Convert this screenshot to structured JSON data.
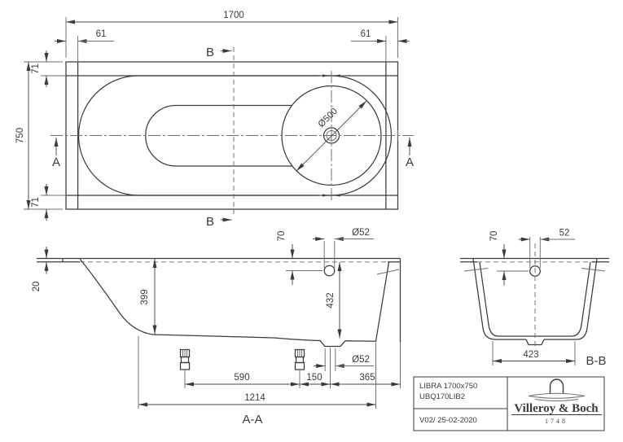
{
  "top_view": {
    "length": "1700",
    "width": "750",
    "inset_left": "61",
    "inset_right": "61",
    "inset_top": "71",
    "inset_bottom": "71",
    "circle_dia": "Ø500",
    "marker_a": "A",
    "marker_b": "B"
  },
  "section_aa": {
    "label": "A-A",
    "rim_thickness": "20",
    "depth": "399",
    "overflow_offset": "70",
    "overflow_dia": "Ø52",
    "total_depth": "432",
    "drain_dia": "Ø52",
    "feet_spacing": "590",
    "foot_to_drain": "150",
    "drain_to_edge": "365",
    "feet_span": "1214"
  },
  "section_bb": {
    "label": "B-B",
    "overflow_offset": "70",
    "overflow_dia": "52",
    "bottom_width": "423"
  },
  "title_block": {
    "product": "LIBRA 1700x750",
    "article": "UBQ170LIB2",
    "version": "V02/ 25-02-2020",
    "brand": "Villeroy & Boch",
    "year": "1748"
  },
  "colors": {
    "line": "#3b3b3b",
    "thin_line": "#6e6e6e",
    "background": "#ffffff"
  }
}
